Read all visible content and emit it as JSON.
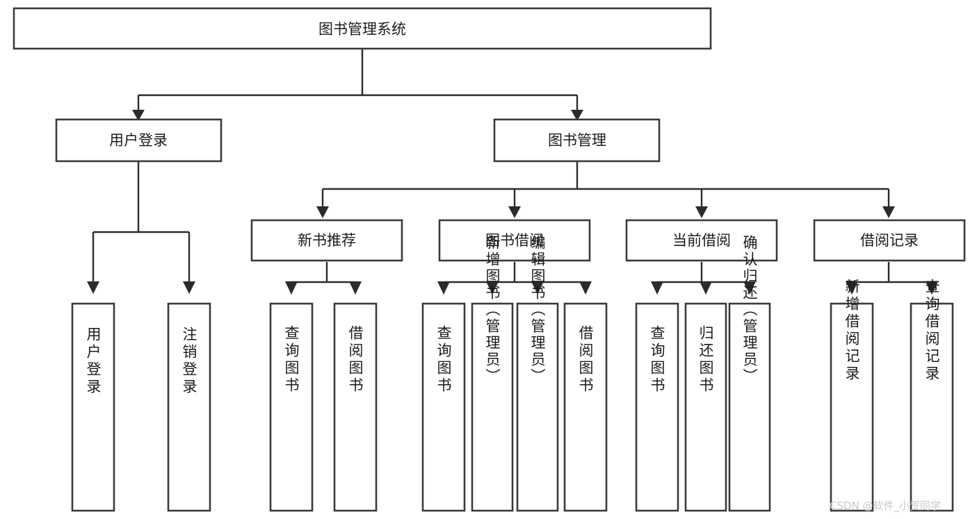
{
  "diagram": {
    "type": "tree-hierarchy-chart",
    "title": "图书管理系统",
    "background_color": "#ffffff",
    "box_stroke_color": "#3a3a3a",
    "line_color": "#2b2b2b",
    "text_color": "#1b1b1b",
    "levels": {
      "root": {
        "label": "图书管理系统"
      },
      "level2": [
        {
          "label": "用户登录"
        },
        {
          "label": "图书管理"
        }
      ],
      "level3": [
        {
          "label": "新书推荐",
          "parent": "图书管理"
        },
        {
          "label": "图书借阅",
          "parent": "图书管理"
        },
        {
          "label": "当前借阅",
          "parent": "图书管理"
        },
        {
          "label": "借阅记录",
          "parent": "图书管理"
        }
      ],
      "leaves": [
        {
          "label": "用户登录",
          "parent": "用户登录",
          "orientation": "vertical"
        },
        {
          "label": "注销登录",
          "parent": "用户登录",
          "orientation": "vertical"
        },
        {
          "label": "查询图书",
          "parent": "新书推荐",
          "orientation": "vertical"
        },
        {
          "label": "借阅图书",
          "parent": "新书推荐",
          "orientation": "vertical"
        },
        {
          "label": "查询图书",
          "parent": "图书借阅",
          "orientation": "vertical"
        },
        {
          "label": "新增图书（管理员）",
          "parent": "图书借阅",
          "orientation": "vertical"
        },
        {
          "label": "编辑图书（管理员）",
          "parent": "图书借阅",
          "orientation": "vertical"
        },
        {
          "label": "借阅图书",
          "parent": "图书借阅",
          "orientation": "vertical"
        },
        {
          "label": "查询图书",
          "parent": "当前借阅",
          "orientation": "vertical"
        },
        {
          "label": "归还图书",
          "parent": "当前借阅",
          "orientation": "vertical"
        },
        {
          "label": "确认归还（管理员）",
          "parent": "当前借阅",
          "orientation": "vertical"
        },
        {
          "label": "新增借阅记录",
          "parent": "借阅记录",
          "orientation": "vertical"
        },
        {
          "label": "查询借阅记录",
          "parent": "借阅记录",
          "orientation": "vertical"
        }
      ]
    },
    "watermark": "CSDN @软件_小贺同学"
  },
  "nodes": {
    "root": "图书管理系统",
    "user_login": "用户登录",
    "book_manage": "图书管理",
    "new_book_rec": "新书推荐",
    "book_borrow": "图书借阅",
    "current_borrow": "当前借阅",
    "borrow_record": "借阅记录",
    "leaf_user_login": "用户登录",
    "leaf_logout": "注销登录",
    "leaf_query_book_a": "查询图书",
    "leaf_borrow_book_a": "借阅图书",
    "leaf_query_book_b": "查询图书",
    "leaf_add_book": "新增图书（管理员）",
    "leaf_edit_book": "编辑图书（管理员）",
    "leaf_borrow_book_b": "借阅图书",
    "leaf_query_book_c": "查询图书",
    "leaf_return_book": "归还图书",
    "leaf_confirm_return": "确认归还（管理员）",
    "leaf_add_record": "新增借阅记录",
    "leaf_query_record": "查询借阅记录"
  },
  "watermark": {
    "text": "CSDN @软件_小贺同学"
  }
}
